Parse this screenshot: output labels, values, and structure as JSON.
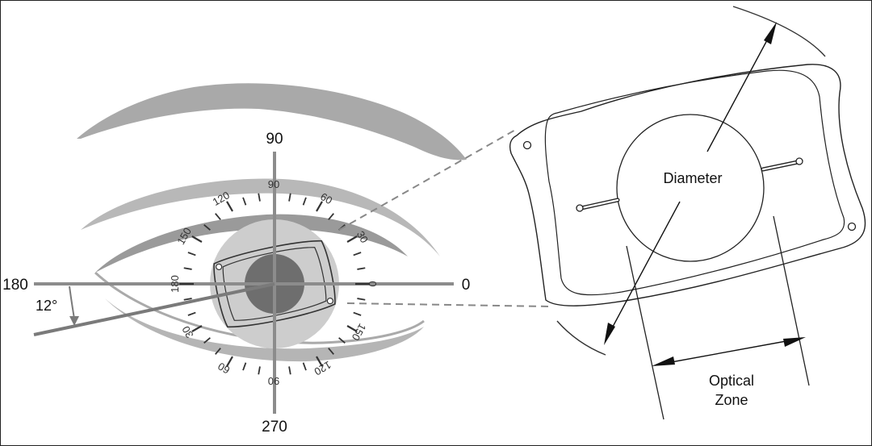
{
  "axis_labels": {
    "deg90": "90",
    "deg0": "0",
    "deg180": "180",
    "deg270": "270"
  },
  "rotation_label": "12°",
  "ring_labels": {
    "r90": "90",
    "r60": "60",
    "r30": "30",
    "r0": "0",
    "r150": "150",
    "r120": "120",
    "r180": "180",
    "r_bottom_90": "90",
    "r_bottom_60": "60",
    "r_bottom_30": "30",
    "r_bottom_120": "120",
    "r_bottom_150": "150"
  },
  "lens_labels": {
    "diameter": "Diameter",
    "optical": "Optical",
    "zone": "Zone"
  },
  "colors": {
    "eyebrow": "#a9a9a9",
    "axis": "#8c8c8c",
    "iris": "#bfbfbf",
    "pupil": "#6e6e6e",
    "outline": "#333333"
  }
}
